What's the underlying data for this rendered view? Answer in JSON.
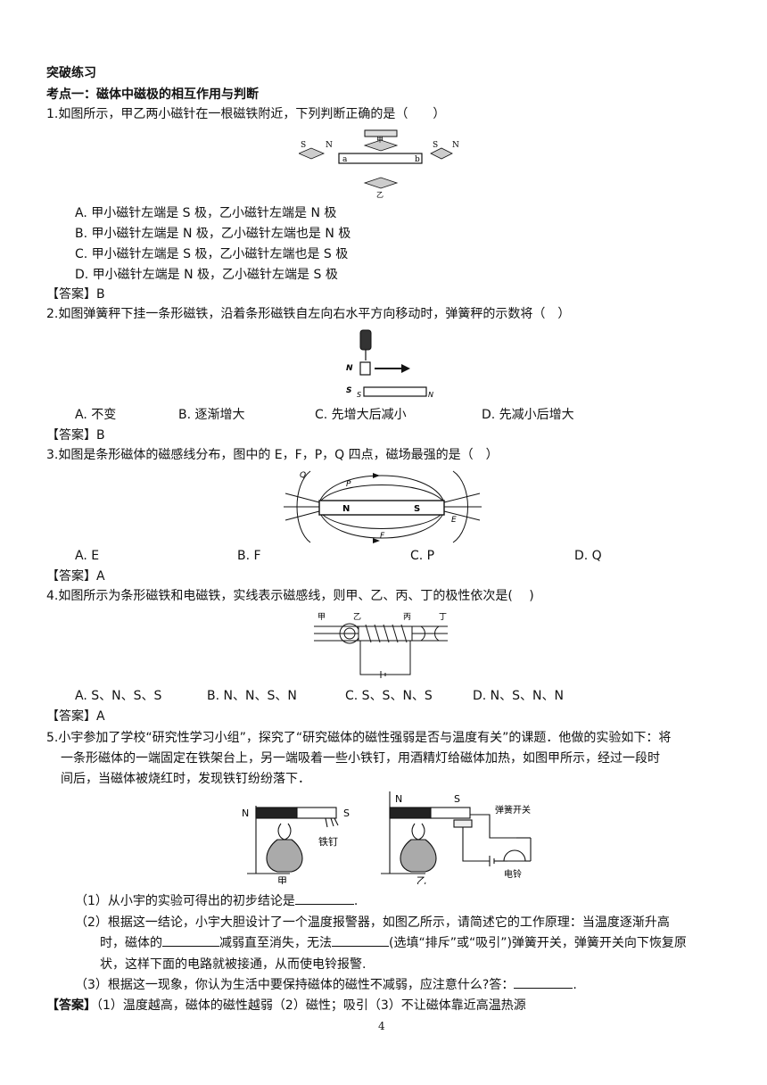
{
  "heading": {
    "section": "突破练习",
    "topic": "考点一：磁体中磁极的相互作用与判断"
  },
  "q1": {
    "stem": "1.如图所示，甲乙两小磁针在一根磁铁附近，下列判断正确的是（　　）",
    "fig": {
      "s": "S",
      "n": "N",
      "jia": "甲",
      "yi": "乙",
      "a": "a",
      "b": "b"
    },
    "options": [
      "A. 甲小磁针左端是 S 极，乙小磁针左端是 N 极",
      "B. 甲小磁针左端是 N 极，乙小磁针左端也是 N 极",
      "C. 甲小磁针左端是 S 极，乙小磁针左端也是 S 极",
      "D. 甲小磁针左端是 N 极，乙小磁针左端是 S 极"
    ],
    "answer": "【答案】B"
  },
  "q2": {
    "stem": "2.如图弹簧秤下挂一条形磁铁，沿着条形磁铁自左向右水平方向移动时，弹簧秤的示数将（　）",
    "fig": {
      "n": "N",
      "s": "S",
      "bar_s": "S",
      "bar_n": "N"
    },
    "options": [
      "A. 不变",
      "B. 逐渐增大",
      "C. 先增大后减小",
      "D. 先减小后增大"
    ],
    "answer": "【答案】B"
  },
  "q3": {
    "stem": "3.如图是条形磁体的磁感线分布，图中的 E，F，P，Q 四点，磁场最强的是（　）",
    "fig": {
      "n": "N",
      "s": "S",
      "q": "Q",
      "p": "P",
      "e": "E",
      "f": "F"
    },
    "options": [
      "A. E",
      "B. F",
      "C. P",
      "D. Q"
    ],
    "answer": "【答案】A"
  },
  "q4": {
    "stem": "4.如图所示为条形磁铁和电磁铁，实线表示磁感线，则甲、乙、丙、丁的极性依次是(　 )",
    "fig": {
      "jia": "甲",
      "yi": "乙",
      "bing": "丙",
      "ding": "丁"
    },
    "options": [
      "A. S、N、S、S",
      "B. N、N、S、N",
      "C. S、S、N、S",
      "D. N、S、N、N"
    ],
    "answer": "【答案】A"
  },
  "q5": {
    "stem_line1": "5.小宇参加了学校“研究性学习小组”，探究了“研究磁体的磁性强弱是否与温度有关”的课题．他做的实验如下：将",
    "stem_line2": "一条形磁体的一端固定在铁架台上，另一端吸着一些小铁钉，用酒精灯给磁体加热，如图甲所示，经过一段时",
    "stem_line3": "间后，当磁体被烧红时，发现铁钉纷纷落下．",
    "fig": {
      "n1": "N",
      "s1": "S",
      "nail": "铁钉",
      "jia": "甲",
      "n2": "N",
      "s2": "S",
      "spring_switch": "弹簧开关",
      "bell": "电铃",
      "yi": "乙"
    },
    "sub1_a": "（1）从小宇的实验可得出的初步结论是",
    "sub1_b": ".",
    "sub2_a": "（2）根据这一结论，小宇大胆设计了一个温度报警器，如图乙所示，请简述它的工作原理：当温度逐渐升高",
    "sub2_b": "时，磁体的",
    "sub2_c": "减弱直至消失，无法",
    "sub2_d": "(选填“排斥”或“吸引”)弹簧开关，弹簧开关向下恢复原",
    "sub2_e": "状，这样下面的电路就被接通，从而使电铃报警.",
    "sub3_a": "（3）根据这一现象，你认为生活中要保持磁体的磁性不减弱，应注意什么?答：",
    "sub3_b": ".",
    "answer_label": "【答案】",
    "answer_text": "（1）温度越高，磁体的磁性越弱（2）磁性；吸引（3）不让磁体靠近高温热源"
  },
  "page_number": "4"
}
